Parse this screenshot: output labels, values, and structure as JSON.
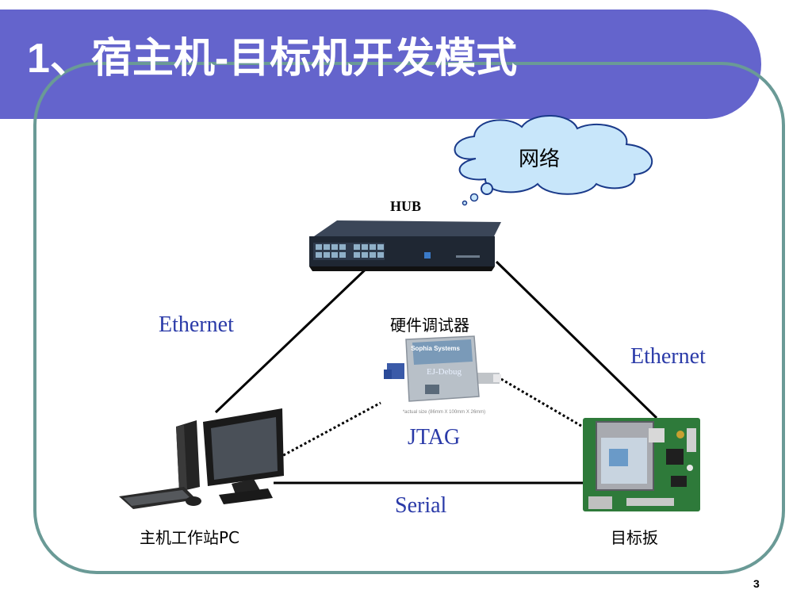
{
  "slide": {
    "title": "1、宿主机-目标机开发模式",
    "page_number": "3"
  },
  "diagram": {
    "cloud_label": "网络",
    "hub_label": "HUB",
    "debugger_label": "硬件调试器",
    "debugger": {
      "brand": "Sophia Systems",
      "model": "EJ-Debug",
      "caption": "*actual size (86mm X 100mm X 26mm)"
    },
    "link_left_label": "Ethernet",
    "link_right_label": "Ethernet",
    "jtag_label": "JTAG",
    "serial_label": "Serial",
    "host_label": "主机工作站PC",
    "target_label": "目标扳"
  },
  "colors": {
    "title_bar": "#6464cc",
    "frame_border": "#6a9a96",
    "link_label": "#2a3aa8",
    "cloud_fill": "#c8e6fa",
    "cloud_stroke": "#1a3a8a"
  }
}
